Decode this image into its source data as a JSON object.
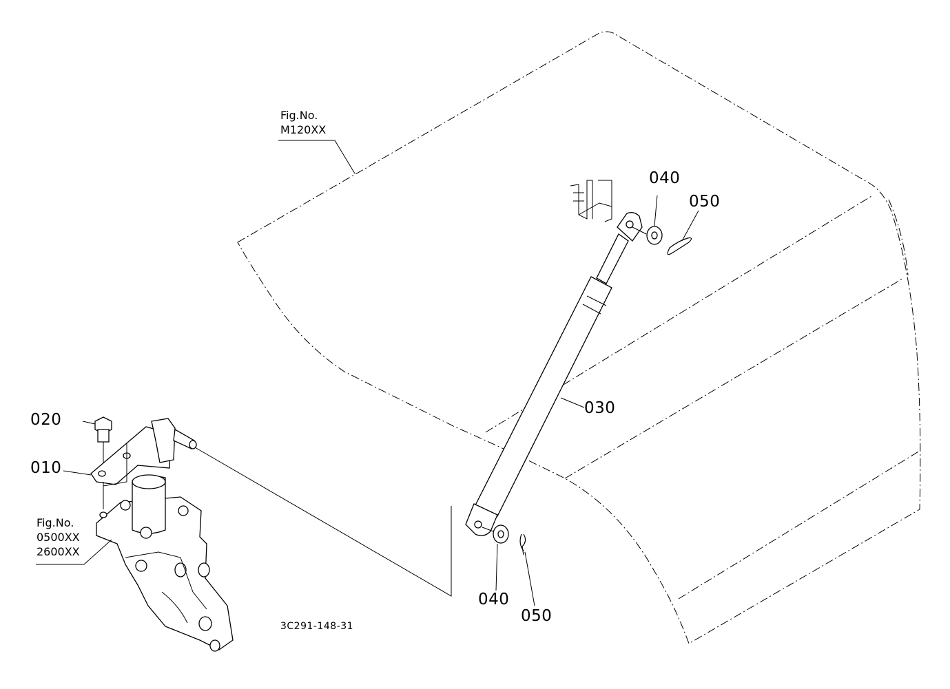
{
  "figure_refs": {
    "hood": {
      "line1": "Fig.No.",
      "line2": "M120XX"
    },
    "bracket": {
      "line1": "Fig.No.",
      "line2": "0500XX",
      "line3": "2600XX"
    }
  },
  "part_labels": {
    "p010": "010",
    "p020": "020",
    "p030": "030",
    "p040_top": "040",
    "p050_top": "050",
    "p040_bottom": "040",
    "p050_bottom": "050"
  },
  "drawing_code": "3C291-148-31"
}
